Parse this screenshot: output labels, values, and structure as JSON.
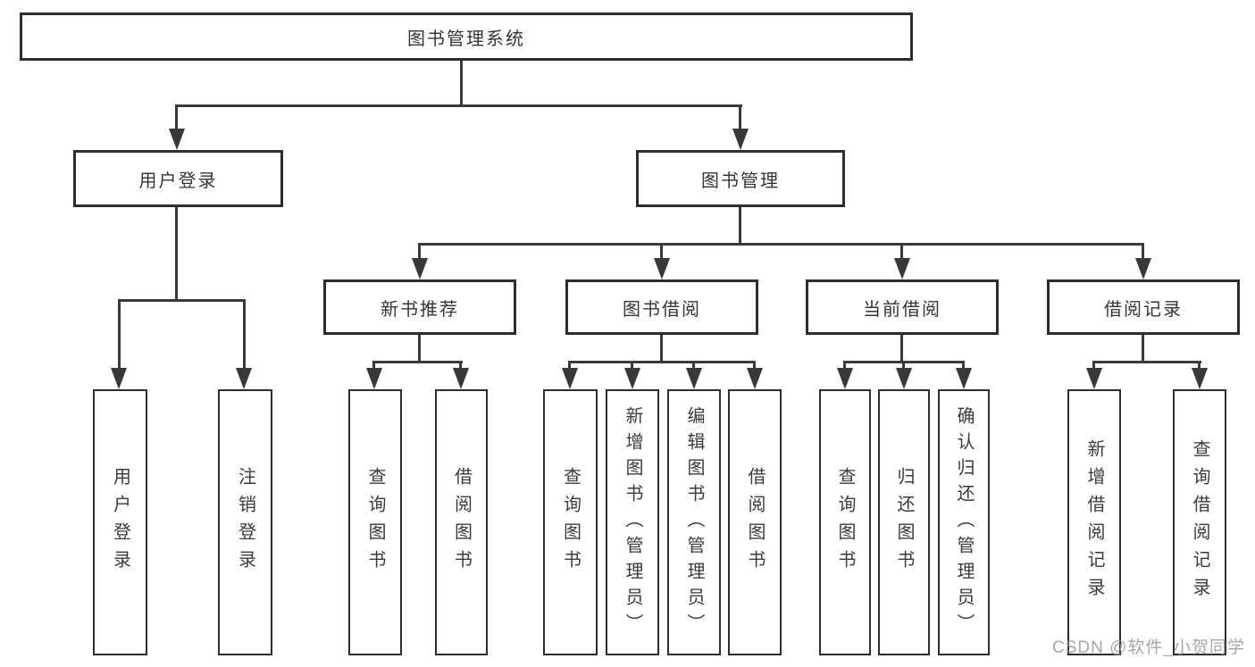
{
  "nodes": {
    "root": "图书管理系统",
    "user_login": "用户登录",
    "book_mgmt": "图书管理",
    "new_books": "新书推荐",
    "book_borrow": "图书借阅",
    "current_borrow": "当前借阅",
    "borrow_records": "借阅记录"
  },
  "leaves": {
    "user_login": [
      "用户登录",
      "注销登录"
    ],
    "new_books": [
      "查询图书",
      "借阅图书"
    ],
    "book_borrow": [
      "查询图书",
      "新增图书（管理员）",
      "编辑图书（管理员）",
      "借阅图书"
    ],
    "current_borrow": [
      "查询图书",
      "归还图书",
      "确认归还（管理员）"
    ],
    "borrow_records": [
      "新增借阅记录",
      "查询借阅记录"
    ]
  },
  "watermark": "CSDN @软件_小贺同学",
  "colors": {
    "background": "#ffffff",
    "box_border": "#2d2d30",
    "connector": "#3a3a3d",
    "text": "#33353b",
    "watermark_text": "#94969b"
  }
}
